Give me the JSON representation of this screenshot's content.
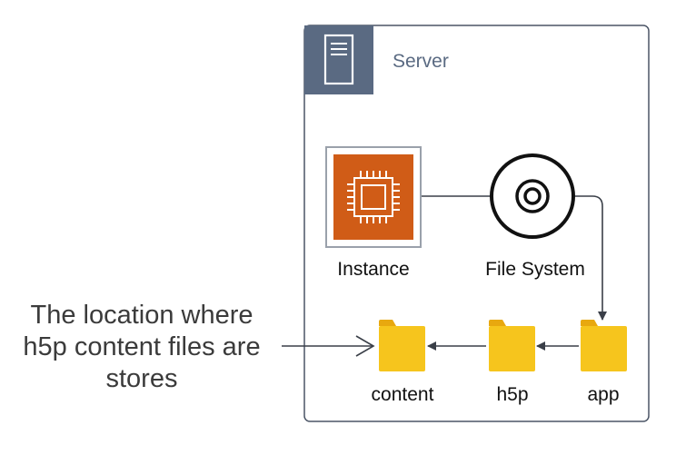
{
  "server": {
    "title": "Server",
    "header_color": "#5a6a82"
  },
  "nodes": {
    "instance": {
      "label": "Instance",
      "icon": "ec2-chip-icon",
      "color": "#d05c17"
    },
    "file_system": {
      "label": "File System",
      "icon": "disc-icon"
    },
    "app": {
      "label": "app",
      "icon": "folder-icon"
    },
    "h5p": {
      "label": "h5p",
      "icon": "folder-icon"
    },
    "content": {
      "label": "content",
      "icon": "folder-icon"
    }
  },
  "annotation": {
    "text": "The location where h5p content files are stores"
  },
  "colors": {
    "folder": "#f6c51d",
    "folder_dark": "#e8a80f",
    "line": "#3a3f48"
  }
}
